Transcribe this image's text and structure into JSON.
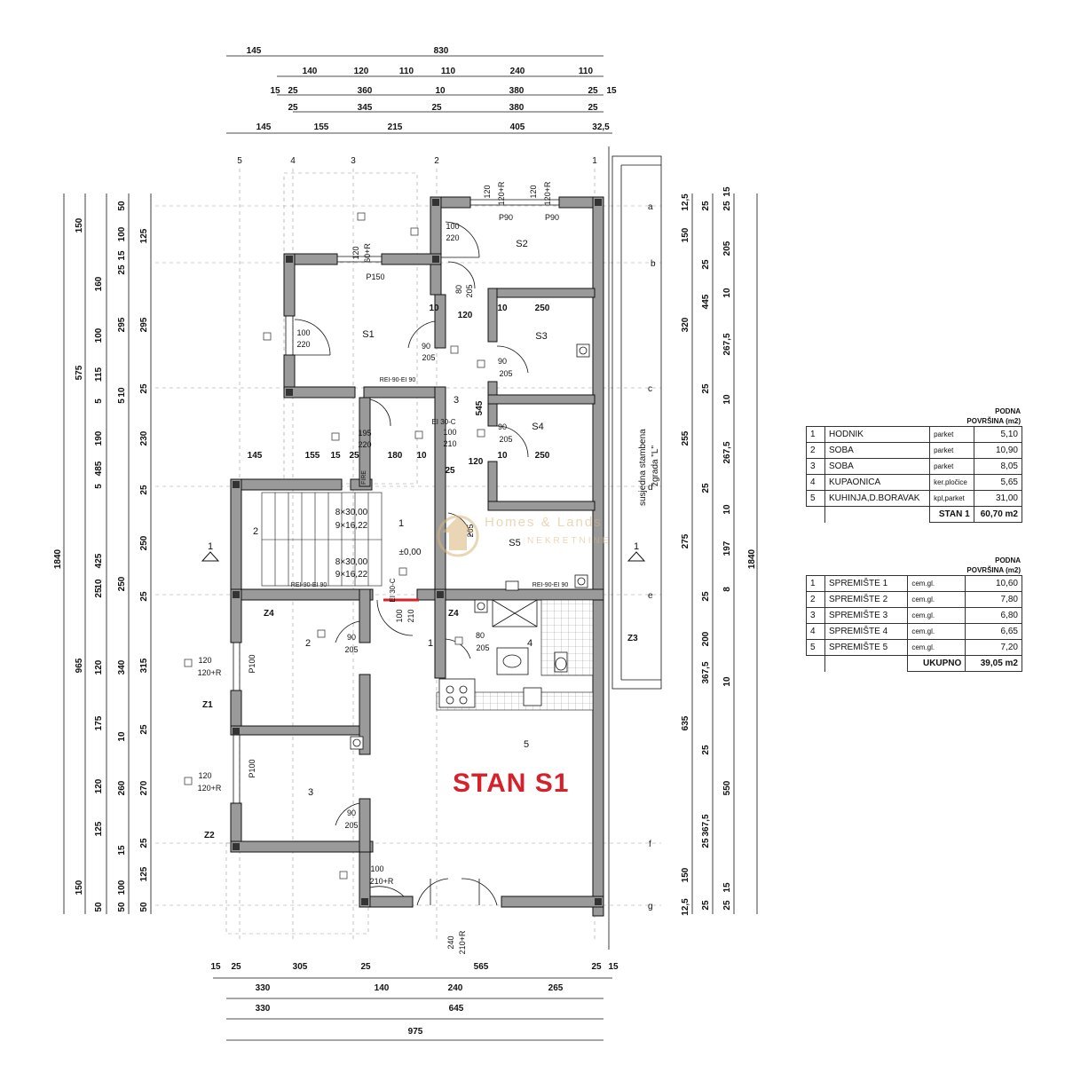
{
  "plan": {
    "title": "STAN S1",
    "neighbor_line1": "susjedna stambena",
    "neighbor_line2": "zgrada \"L\"",
    "rooms": [
      "S1",
      "S2",
      "S3",
      "S4",
      "S5",
      "1",
      "2",
      "3",
      "4",
      "5",
      "1",
      "2",
      "3",
      "2",
      "1"
    ],
    "openings": {
      "p150": "P150",
      "p90a": "P90",
      "p90b": "P90",
      "p100a": "P100",
      "p100b": "P100",
      "z1": "Z1",
      "z2": "Z2",
      "z3": "Z3",
      "z4a": "Z4",
      "z4b": "Z4",
      "rei_top": "REI-90-EI 90",
      "rei_left": "REI-90-EI 90",
      "rei_right": "REI-90-EI 90",
      "ei30a": "EI 30-C",
      "ei30b": "EI 30-C",
      "stair1": "8×30,00",
      "stair2": "9×16,22",
      "stair3": "8×30,00",
      "stair4": "9×16,22",
      "level": "±0,00",
      "fire": "FIRE",
      "d_s1": "100",
      "d_s1b": "220",
      "d_s2": "100",
      "d_s2b": "220",
      "d_h1": "90",
      "d_h1b": "205",
      "d_h2": "80",
      "d_h2b": "205",
      "d_s3": "90",
      "d_s3b": "205",
      "d_s4": "90",
      "d_s4b": "205",
      "d_195": "195",
      "d_195b": "220",
      "d_ei": "100",
      "d_eib": "210",
      "d_low1": "90",
      "d_low1b": "205",
      "d_low2": "80",
      "d_low2b": "205",
      "d_low3": "90",
      "d_low3b": "205",
      "d_ent": "100",
      "d_entb": "210+R",
      "d_main": "100",
      "d_mainb": "210",
      "w_top1": "120",
      "w_top1b": "120+R",
      "w_top2": "120",
      "w_top2b": "120+R",
      "w_s1": "120",
      "w_s1b": "60+R",
      "w_z": "120",
      "w_zb": "120+R",
      "w_z2": "120",
      "w_z2b": "120+R",
      "w_bot": "240",
      "w_botb": "210+R",
      "s5_205": "205"
    },
    "dims_top": {
      "r1": [
        "145",
        "830"
      ],
      "r2": [
        "140",
        "120",
        "110",
        "110",
        "240",
        "110"
      ],
      "r3": [
        "15",
        "25",
        "360",
        "10",
        "380",
        "25",
        "15"
      ],
      "r4": [
        "25",
        "345",
        "25",
        "380",
        "25"
      ],
      "r5": [
        "145",
        "155",
        "215",
        "405",
        "32,5"
      ]
    },
    "dims_bottom": {
      "r1": [
        "15",
        "25",
        "305",
        "25",
        "565",
        "25",
        "15"
      ],
      "r2": [
        "330",
        "140",
        "240",
        "265"
      ],
      "r3": [
        "330",
        "645"
      ],
      "r4": [
        "975"
      ]
    },
    "dims_mid": [
      "145",
      "155",
      "15",
      "25",
      "180",
      "10",
      "25",
      "120",
      "10",
      "250",
      "10",
      "120",
      "10",
      "250",
      "545"
    ],
    "dims_left": {
      "c1": [
        "1840"
      ],
      "c2": [
        "575",
        "485",
        "965"
      ],
      "c3": [
        "150",
        "160",
        "100",
        "115",
        "5",
        "190",
        "5",
        "425",
        "25",
        "10",
        "120",
        "175",
        "120",
        "125",
        "150",
        "50"
      ],
      "c4": [
        "100",
        "25",
        "295",
        "5",
        "10",
        "230",
        "250",
        "340",
        "10",
        "260",
        "15",
        "100",
        "50"
      ],
      "c5": [
        "50",
        "125",
        "15",
        "295",
        "25",
        "25",
        "250",
        "25",
        "315",
        "25",
        "270",
        "25",
        "125",
        "50"
      ],
      "c6": [
        "25",
        "25",
        "25",
        "25",
        "25",
        "25",
        "25",
        "25",
        "25"
      ]
    },
    "dims_right": {
      "c1": [
        "12,5",
        "150",
        "320",
        "255",
        "275",
        "635",
        "150",
        "12,5"
      ],
      "c2": [
        "25",
        "25",
        "25",
        "25",
        "25",
        "25",
        "25",
        "25"
      ],
      "c3": [
        "445",
        "200",
        "367,5",
        "550",
        "367,5"
      ],
      "c4": [
        "25",
        "15",
        "205",
        "10",
        "267,5",
        "10",
        "267,5",
        "10",
        "197",
        "8",
        "10",
        "25",
        "15"
      ],
      "c5": [
        "1840"
      ]
    },
    "axes_top": [
      "5",
      "4",
      "3",
      "2",
      "1"
    ],
    "axes_right": [
      "a",
      "b",
      "c",
      "d",
      "e",
      "f",
      "g"
    ],
    "section": [
      "1",
      "1"
    ]
  },
  "table1": {
    "header1": "PODNA",
    "header2": "POVRŠINA (m2)",
    "rows": [
      {
        "no": "1",
        "name": "HODNIK",
        "floor": "parket",
        "area": "5,10"
      },
      {
        "no": "2",
        "name": "SOBA",
        "floor": "parket",
        "area": "10,90"
      },
      {
        "no": "3",
        "name": "SOBA",
        "floor": "parket",
        "area": "8,05"
      },
      {
        "no": "4",
        "name": "KUPAONICA",
        "floor": "ker.pločice",
        "area": "5,65"
      },
      {
        "no": "5",
        "name": "KUHINJA,D.BORAVAK",
        "floor": "kpl,parket",
        "area": "31,00"
      }
    ],
    "total_label": "STAN 1",
    "total": "60,70 m2"
  },
  "table2": {
    "header1": "PODNA",
    "header2": "POVRŠINA (m2)",
    "rows": [
      {
        "no": "1",
        "name": "SPREMIŠTE 1",
        "floor": "cem.gl.",
        "area": "10,60"
      },
      {
        "no": "2",
        "name": "SPREMIŠTE 2",
        "floor": "cem.gl.",
        "area": "7,80"
      },
      {
        "no": "3",
        "name": "SPREMIŠTE 3",
        "floor": "cem.gl.",
        "area": "6,80"
      },
      {
        "no": "4",
        "name": "SPREMIŠTE 4",
        "floor": "cem.gl.",
        "area": "6,65"
      },
      {
        "no": "5",
        "name": "SPREMIŠTE 5",
        "floor": "cem.gl.",
        "area": "7,20"
      }
    ],
    "total_label": "UKUPNO",
    "total": "39,05 m2"
  },
  "watermark": {
    "brand": "Homes & Lands",
    "sub": "NEKRETNINE"
  },
  "colors": {
    "wall": "#9a9a9a",
    "line": "#111111",
    "title": "#d6202a",
    "watermark": "#d9b57a"
  }
}
